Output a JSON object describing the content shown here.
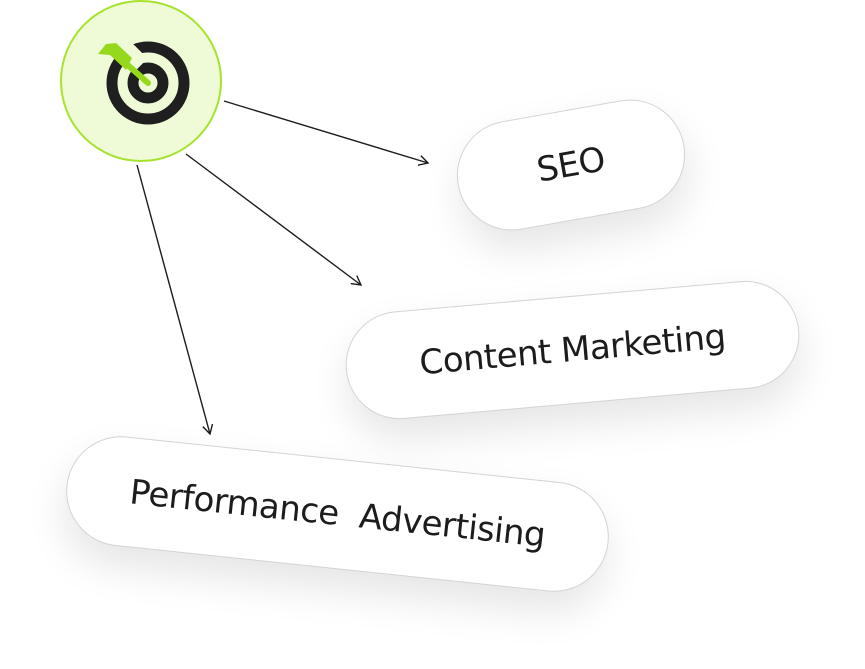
{
  "hub": {
    "icon": "target-arrow-icon",
    "accent": "#96d91c",
    "fill": "#eefbd6"
  },
  "nodes": [
    {
      "label": "SEO"
    },
    {
      "label": "Content Marketing"
    },
    {
      "label": "Performance  Advertising"
    }
  ]
}
